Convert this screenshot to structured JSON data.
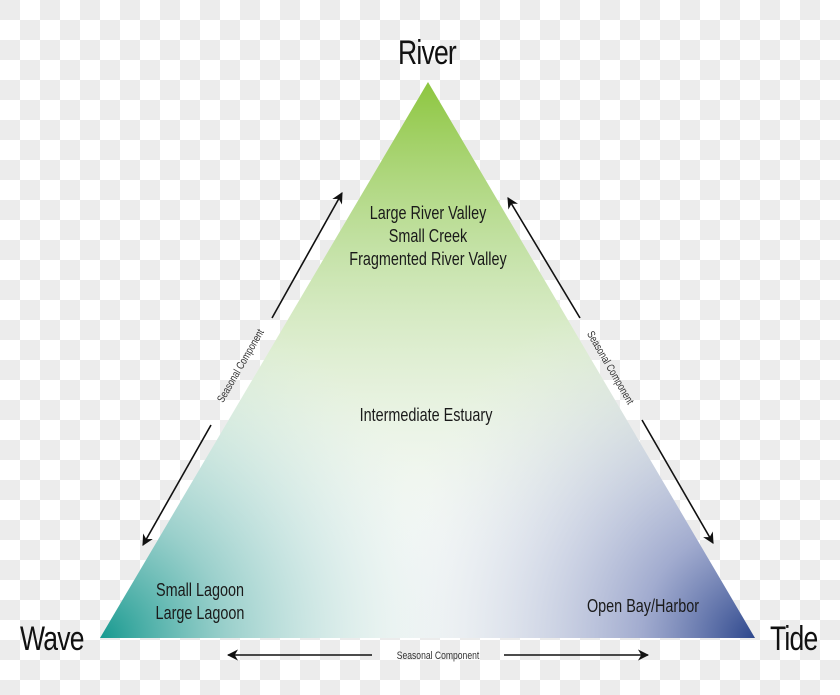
{
  "diagram": {
    "type": "ternary-triangle",
    "vertices": {
      "top": {
        "label": "River",
        "color": "#8dc63f"
      },
      "bottom_left": {
        "label": "Wave",
        "color": "#16998f"
      },
      "bottom_right": {
        "label": "Tide",
        "color": "#2c468c"
      }
    },
    "regions": {
      "river": {
        "items": [
          "Large River Valley",
          "Small Creek",
          "Fragmented River Valley"
        ]
      },
      "center": {
        "items": [
          "Intermediate Estuary"
        ]
      },
      "wave": {
        "items": [
          "Small Lagoon",
          "Large Lagoon"
        ]
      },
      "tide": {
        "items": [
          "Open Bay/Harbor"
        ]
      }
    },
    "edges": {
      "left": {
        "label": "Seasonal Component",
        "arrow": "double-headed"
      },
      "right": {
        "label": "Seasonal Component",
        "arrow": "double-headed"
      },
      "bottom": {
        "label": "Seasonal Component",
        "arrow": "double-headed"
      }
    },
    "background": {
      "checker_light": "#ffffff",
      "checker_dark": "#ececec"
    }
  }
}
